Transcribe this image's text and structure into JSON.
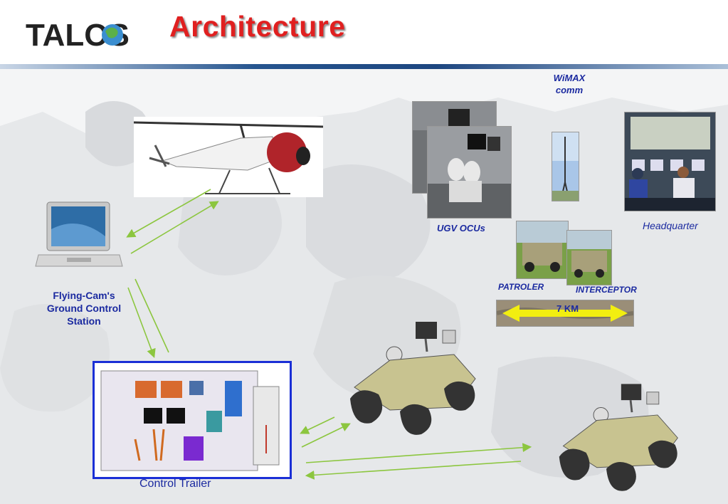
{
  "header": {
    "logo_text": "TALOS",
    "title": "Architecture"
  },
  "labels": {
    "wimax": "WiMAX",
    "comm": "comm",
    "ugv_ocus": "UGV OCUs",
    "headquarter": "Headquarter",
    "patroler": "PATROLER",
    "interceptor": "INTERCEPTOR",
    "distance": "7 KM",
    "gcs_line1": "Flying-Cam's",
    "gcs_line2": "Ground Control",
    "gcs_line3": "Station",
    "control_trailer": "Control Trailer"
  },
  "colors": {
    "title_red": "#e02020",
    "label_blue": "#1b2aa0",
    "arrow_green": "#8cc63f",
    "trailer_border": "#1a2fd6",
    "km_arrow_yellow": "#f2ee10"
  }
}
